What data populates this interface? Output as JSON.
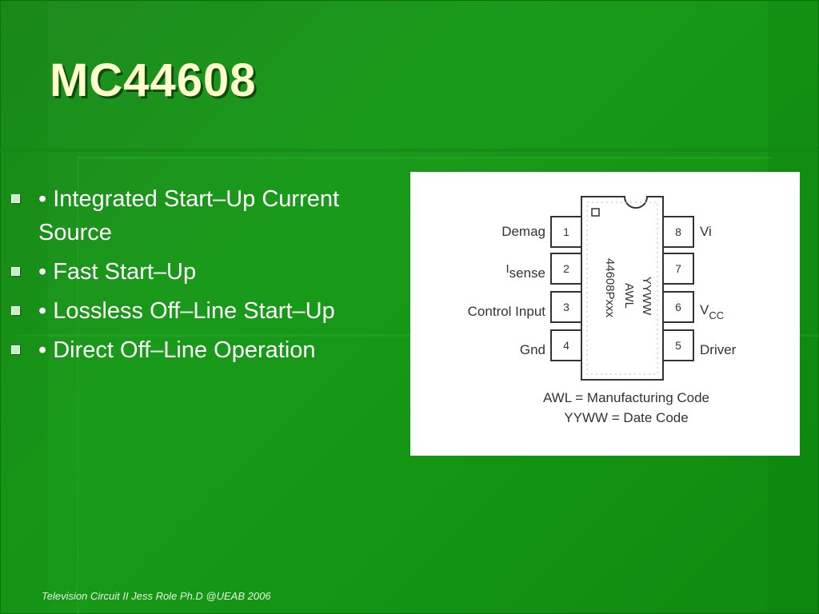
{
  "slide": {
    "title": "MC44608",
    "bullets": [
      "• Integrated Start–Up Current Source",
      "• Fast Start–Up",
      "• Lossless Off–Line Start–Up",
      "• Direct Off–Line Operation"
    ],
    "footer": "Television Circuit II Jess Role Ph.D @UEAB 2006"
  },
  "pinout": {
    "chip_marking": {
      "part": "44608Pxxx",
      "code": "AWL",
      "date": "YYWW"
    },
    "left_pins": [
      {
        "number": "1",
        "label": "Demag"
      },
      {
        "number": "2",
        "label_main": "I",
        "label_sub": "sense"
      },
      {
        "number": "3",
        "label": "Control Input"
      },
      {
        "number": "4",
        "label": "Gnd"
      }
    ],
    "right_pins": [
      {
        "number": "8",
        "label": "Vi"
      },
      {
        "number": "7",
        "label": ""
      },
      {
        "number": "6",
        "label_main": "V",
        "label_sub": "CC"
      },
      {
        "number": "5",
        "label": "Driver"
      }
    ],
    "legend": [
      "AWL = Manufacturing Code",
      "YYWW = Date Code"
    ]
  },
  "colors": {
    "background": "#149614",
    "title": "#ffffcc",
    "text": "#ffffff"
  }
}
